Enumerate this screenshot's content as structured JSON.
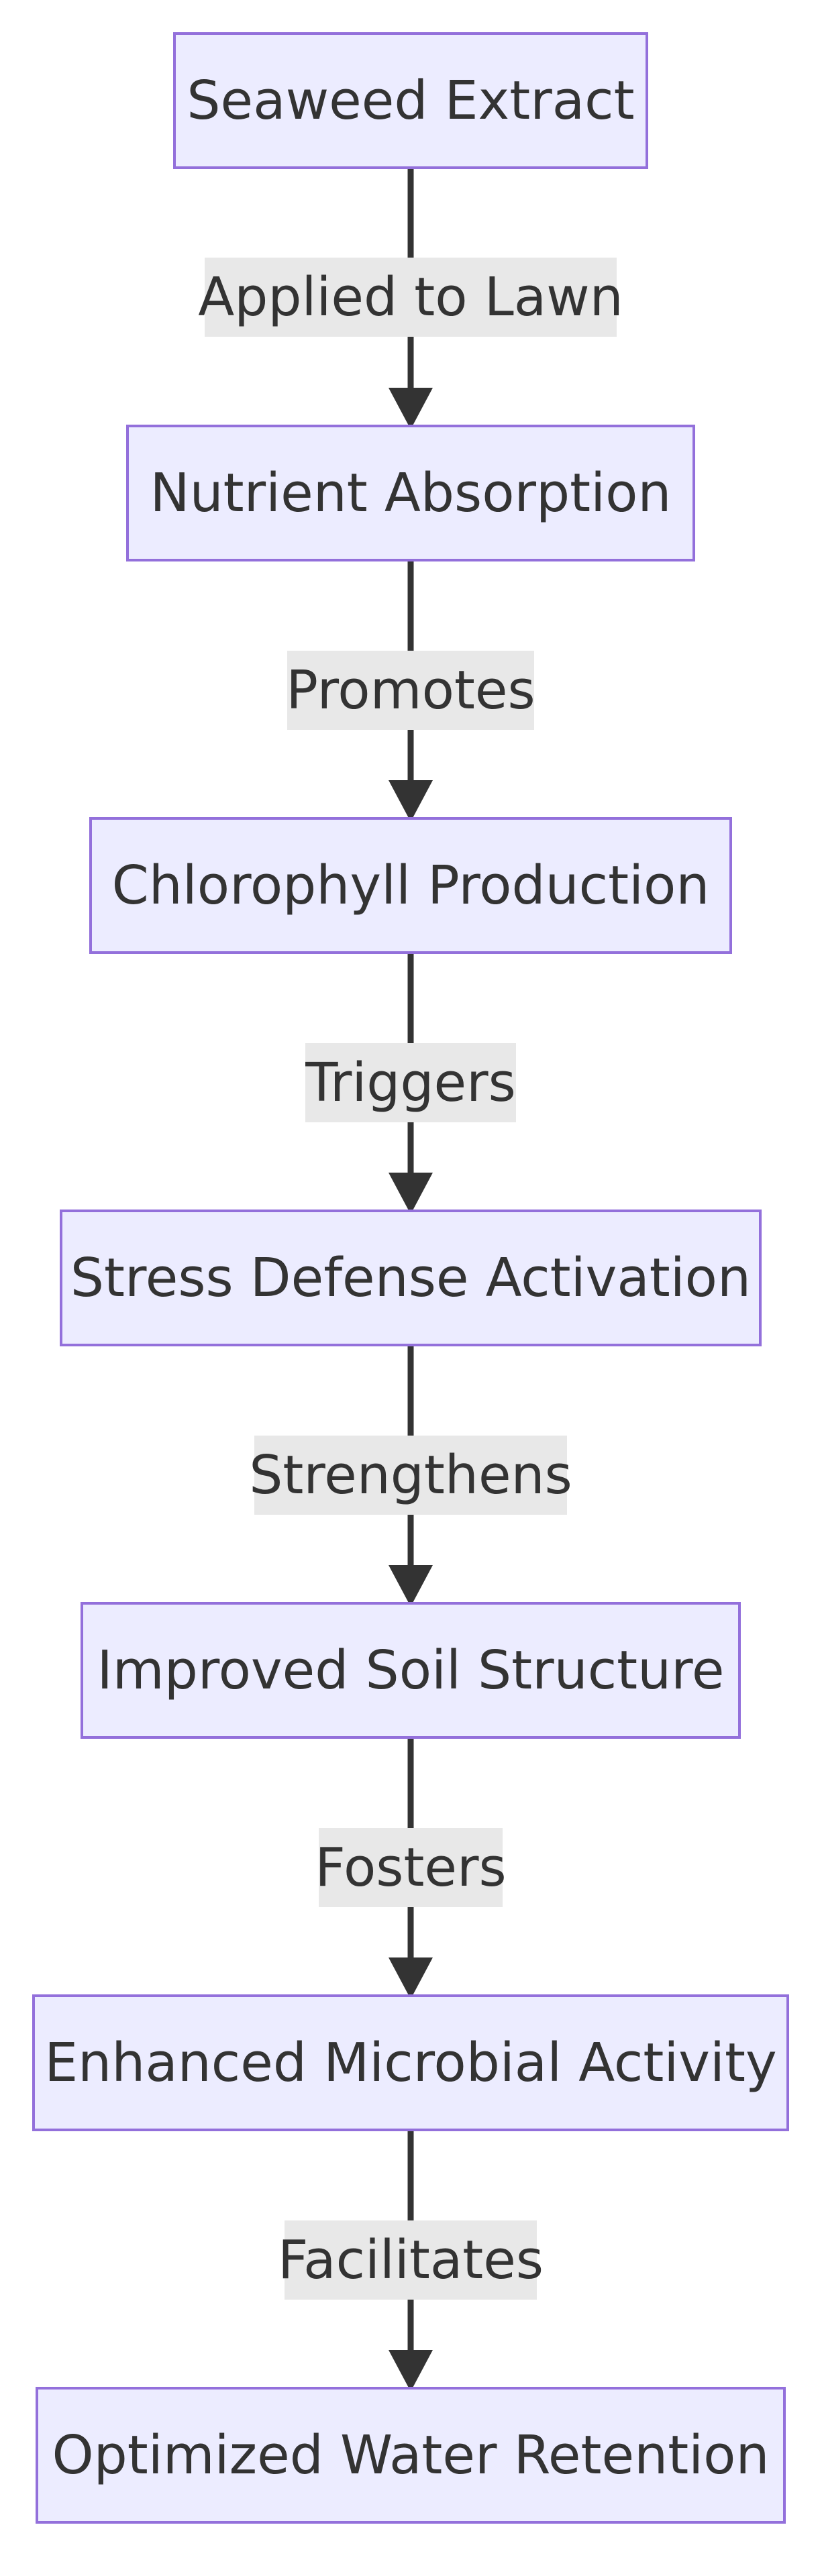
{
  "diagram": {
    "type": "flowchart",
    "direction": "top-to-bottom",
    "colors": {
      "node_fill": "#ececff",
      "node_border": "#9370db",
      "text": "#333333",
      "edge": "#333333",
      "edge_label_bg": "#e8e8e8"
    },
    "nodes": [
      {
        "id": "seaweed-extract",
        "label": "Seaweed Extract"
      },
      {
        "id": "nutrient-absorption",
        "label": "Nutrient Absorption"
      },
      {
        "id": "chlorophyll-production",
        "label": "Chlorophyll Production"
      },
      {
        "id": "stress-defense-activation",
        "label": "Stress Defense Activation"
      },
      {
        "id": "improved-soil-structure",
        "label": "Improved Soil Structure"
      },
      {
        "id": "enhanced-microbial-activity",
        "label": "Enhanced Microbial Activity"
      },
      {
        "id": "optimized-water-retention",
        "label": "Optimized Water Retention"
      }
    ],
    "edges": [
      {
        "from": "seaweed-extract",
        "to": "nutrient-absorption",
        "label": "Applied to Lawn"
      },
      {
        "from": "nutrient-absorption",
        "to": "chlorophyll-production",
        "label": "Promotes"
      },
      {
        "from": "chlorophyll-production",
        "to": "stress-defense-activation",
        "label": "Triggers"
      },
      {
        "from": "stress-defense-activation",
        "to": "improved-soil-structure",
        "label": "Strengthens"
      },
      {
        "from": "improved-soil-structure",
        "to": "enhanced-microbial-activity",
        "label": "Fosters"
      },
      {
        "from": "enhanced-microbial-activity",
        "to": "optimized-water-retention",
        "label": "Facilitates"
      }
    ]
  }
}
